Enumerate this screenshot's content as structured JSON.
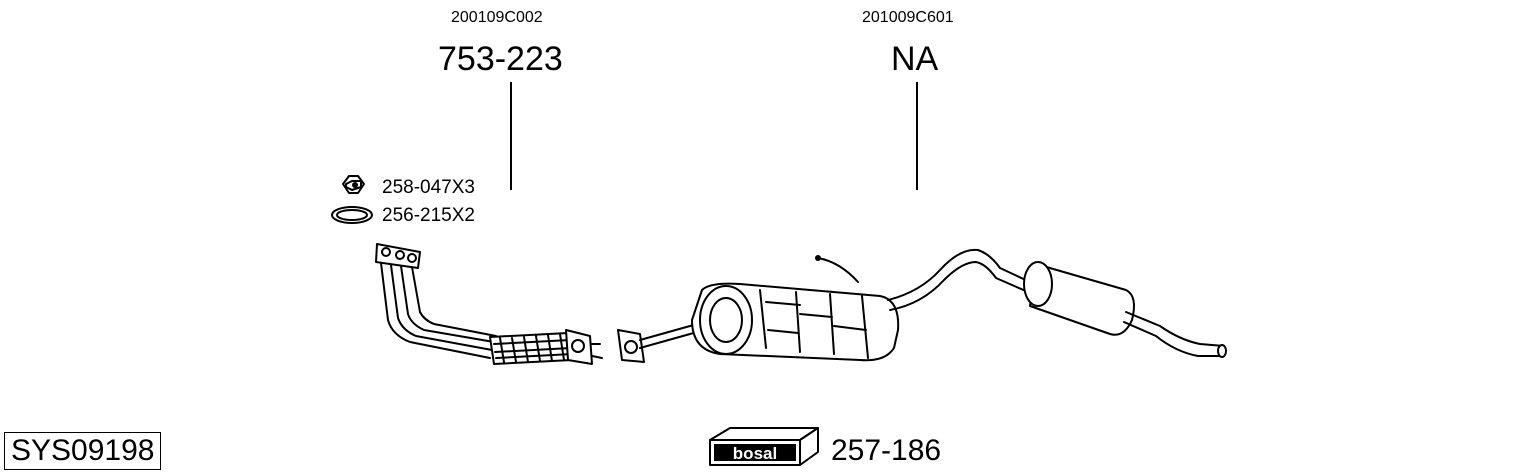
{
  "parts": [
    {
      "oe_number": "200109C002",
      "part_number": "753-223"
    },
    {
      "oe_number": "201009C601",
      "part_number": "NA"
    }
  ],
  "accessories": [
    {
      "label": "258-047X3",
      "icon": "nut-icon"
    },
    {
      "label": "256-215X2",
      "icon": "gasket-ring-icon"
    }
  ],
  "system_code": "SYS09198",
  "brand": {
    "logo_text": "bosal",
    "kit_number": "257-186"
  }
}
